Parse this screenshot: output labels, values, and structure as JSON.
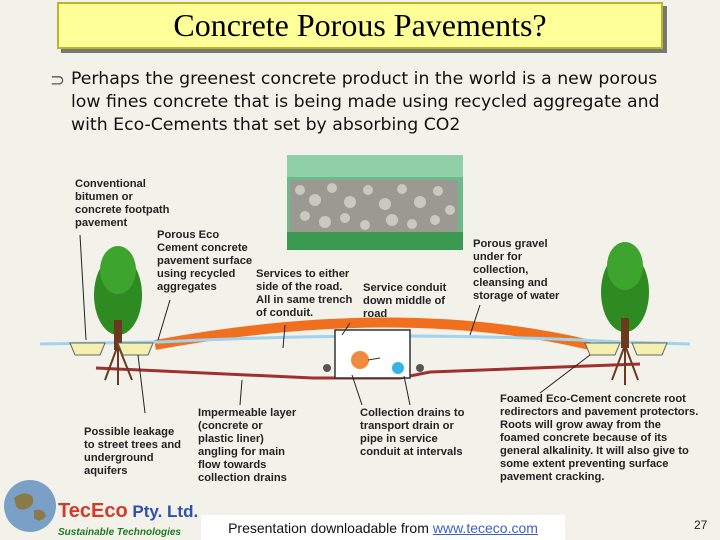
{
  "title": "Concrete Porous Pavements?",
  "bullet": {
    "symbol": "⊃",
    "text": "Perhaps the greenest concrete product in the world is a new porous low fines concrete that is being made using recycled aggregate and with Eco-Cements that set by absorbing CO2"
  },
  "diagram": {
    "labels": {
      "conventional": "Conventional bitumen or concrete footpath pavement",
      "porous_eco": "Porous Eco Cement concrete pavement surface using recycled aggregates",
      "services_either_side": "Services to either side of the road. All in same trench of conduit.",
      "service_conduit": "Service conduit down middle of road",
      "porous_gravel": "Porous gravel under for collection, cleansing and storage of water",
      "possible_leakage": "Possible leakage to street trees and underground aquifers",
      "impermeable": "Impermeable layer (concrete or plastic liner) angling for main flow towards collection drains",
      "collection_drains": "Collection drains to transport drain or pipe in service conduit at intervals",
      "foamed": "Foamed Eco-Cement concrete root redirectors and pavement protectors. Roots will grow away from the foamed concrete because of its general alkalinity. It will also give to some extent preventing surface pavement cracking."
    }
  },
  "logo": {
    "company_part1": "TecEco",
    "company_part2": " Pty. Ltd.",
    "tagline": "Sustainable Technologies"
  },
  "footer": {
    "prefix": "Presentation downloadable from",
    "link": "www.tececo.com"
  },
  "page_number": "27",
  "colors": {
    "title_bg": "#ffff99",
    "orange_layer": "#f07020",
    "blue_flow": "#9fd3ee",
    "drain_red": "#a03030",
    "tree_green": "#2e8b22"
  }
}
